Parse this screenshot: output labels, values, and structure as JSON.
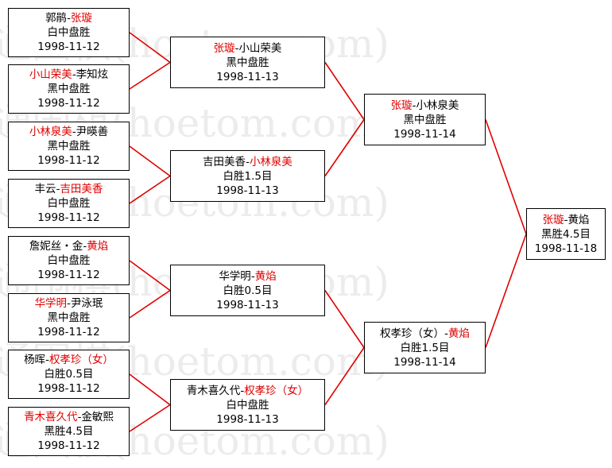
{
  "watermark": "弘通围棋(hoetom.com)",
  "colors": {
    "winner": "#e00000",
    "line": "#e00000",
    "watermark": "#ececec"
  },
  "round1": [
    {
      "p1": "郭鹃",
      "p2": "张璇",
      "winner": 2,
      "result": "白中盘胜",
      "date": "1998-11-12"
    },
    {
      "p1": "小山荣美",
      "p2": "李知炫",
      "winner": 1,
      "result": "黑中盘胜",
      "date": "1998-11-12"
    },
    {
      "p1": "小林泉美",
      "p2": "尹暎善",
      "winner": 1,
      "result": "黑中盘胜",
      "date": "1998-11-12"
    },
    {
      "p1": "丰云",
      "p2": "吉田美香",
      "winner": 2,
      "result": "白中盘胜",
      "date": "1998-11-12"
    },
    {
      "p1": "詹妮丝・金",
      "p2": "黄焰",
      "winner": 2,
      "result": "白中盘胜",
      "date": "1998-11-12"
    },
    {
      "p1": "华学明",
      "p2": "尹泳珉",
      "winner": 1,
      "result": "黑中盘胜",
      "date": "1998-11-12"
    },
    {
      "p1": "杨晖",
      "p2": "权孝珍（女）",
      "winner": 2,
      "result": "白胜0.5目",
      "date": "1998-11-12"
    },
    {
      "p1": "青木喜久代",
      "p2": "金敏熙",
      "winner": 1,
      "result": "黑胜4.5目",
      "date": "1998-11-12"
    }
  ],
  "round2": [
    {
      "p1": "张璇",
      "p2": "小山荣美",
      "winner": 1,
      "result": "黑中盘胜",
      "date": "1998-11-13"
    },
    {
      "p1": "吉田美香",
      "p2": "小林泉美",
      "winner": 2,
      "result": "白胜1.5目",
      "date": "1998-11-13"
    },
    {
      "p1": "华学明",
      "p2": "黄焰",
      "winner": 2,
      "result": "白胜0.5目",
      "date": "1998-11-13"
    },
    {
      "p1": "青木喜久代",
      "p2": "权孝珍（女）",
      "winner": 2,
      "result": "白中盘胜",
      "date": "1998-11-13"
    }
  ],
  "round3": [
    {
      "p1": "张璇",
      "p2": "小林泉美",
      "winner": 1,
      "result": "黑中盘胜",
      "date": "1998-11-14"
    },
    {
      "p1": "权孝珍（女）",
      "p2": "黄焰",
      "winner": 2,
      "result": "白胜1.5目",
      "date": "1998-11-14"
    }
  ],
  "final": [
    {
      "p1": "张璇",
      "p2": "黄焰",
      "winner": 1,
      "result": "黑胜4.5目",
      "date": "1998-11-18"
    }
  ]
}
